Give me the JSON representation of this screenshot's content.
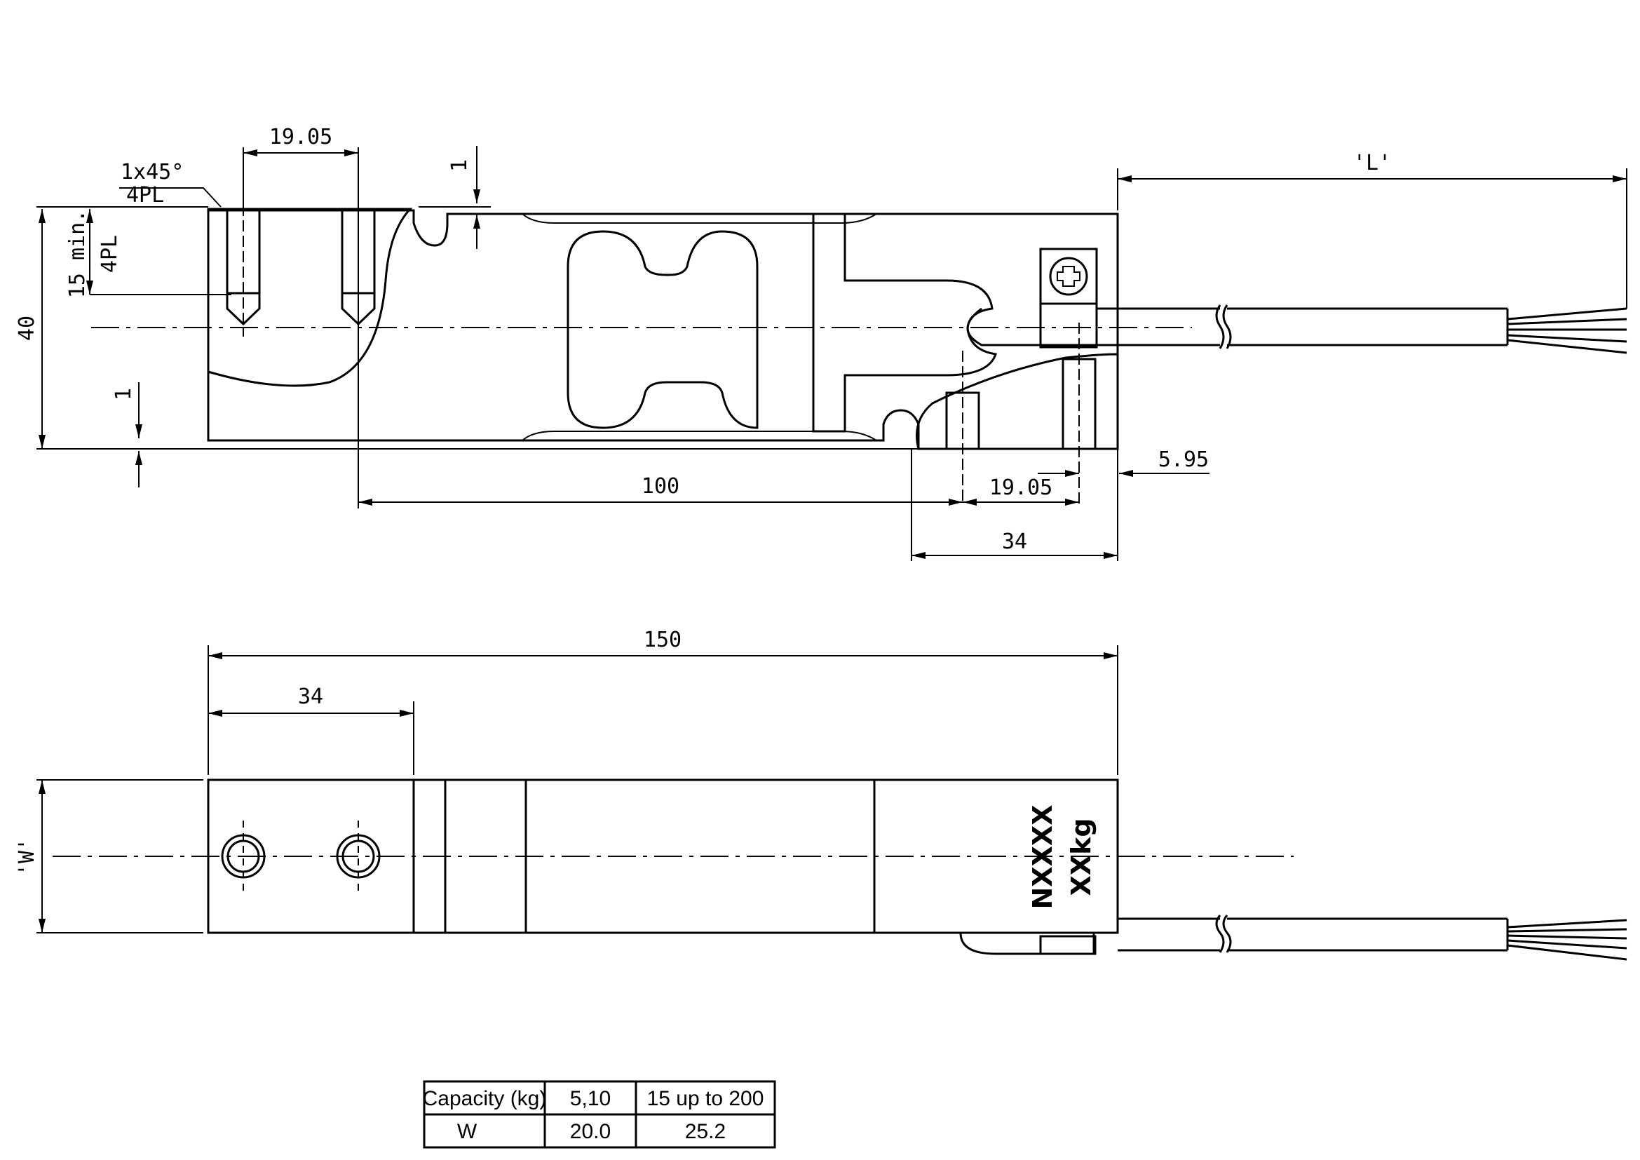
{
  "dimensions": {
    "top_19_05": "19.05",
    "chamfer": "1x45°",
    "chamfer_pl": "4PL",
    "depth_1_top": "1",
    "length_L": "'L'",
    "height_40": "40",
    "depth_15": "15 min.",
    "depth_15_pl": "4PL",
    "gap_1_bottom": "1",
    "offset_5_95": "5.95",
    "span_100": "100",
    "bottom_19_05": "19.05",
    "end_34": "34",
    "total_150": "150",
    "bottom_34": "34",
    "width_W": "'W'"
  },
  "product_label": {
    "model": "NXXXX",
    "capacity": "XXkg"
  },
  "table": {
    "headers": [
      "Capacity (kg)",
      "5,10",
      "15 up to 200"
    ],
    "rows": [
      [
        "W",
        "20.0",
        "25.2"
      ]
    ]
  }
}
